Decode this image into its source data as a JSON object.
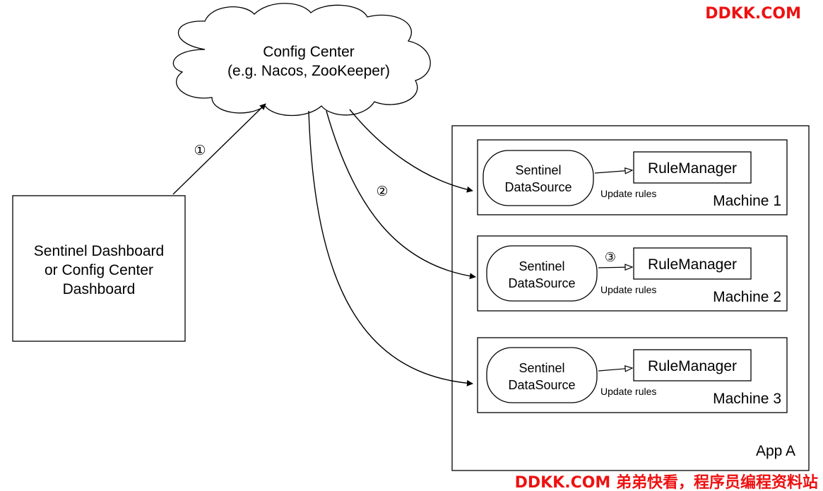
{
  "watermark_top": "DDKK.COM",
  "watermark_bottom": "DDKK.COM 弟弟快看，程序员编程资料站",
  "colors": {
    "watermark": "#ee1111",
    "stroke": "#000000",
    "background": "#ffffff"
  },
  "config_center": {
    "line1": "Config Center",
    "line2": "(e.g. Nacos, ZooKeeper)"
  },
  "dashboard": {
    "line1": "Sentinel Dashboard",
    "line2": "or Config Center",
    "line3": "Dashboard"
  },
  "steps": {
    "one": "①",
    "two": "②",
    "three": "③"
  },
  "app": {
    "label": "App A"
  },
  "machines": [
    {
      "name": "Machine 1",
      "datasource_line1": "Sentinel",
      "datasource_line2": "DataSource",
      "rule_manager": "RuleManager",
      "update_label": "Update rules"
    },
    {
      "name": "Machine 2",
      "datasource_line1": "Sentinel",
      "datasource_line2": "DataSource",
      "rule_manager": "RuleManager",
      "update_label": "Update rules"
    },
    {
      "name": "Machine 3",
      "datasource_line1": "Sentinel",
      "datasource_line2": "DataSource",
      "rule_manager": "RuleManager",
      "update_label": "Update rules"
    }
  ]
}
